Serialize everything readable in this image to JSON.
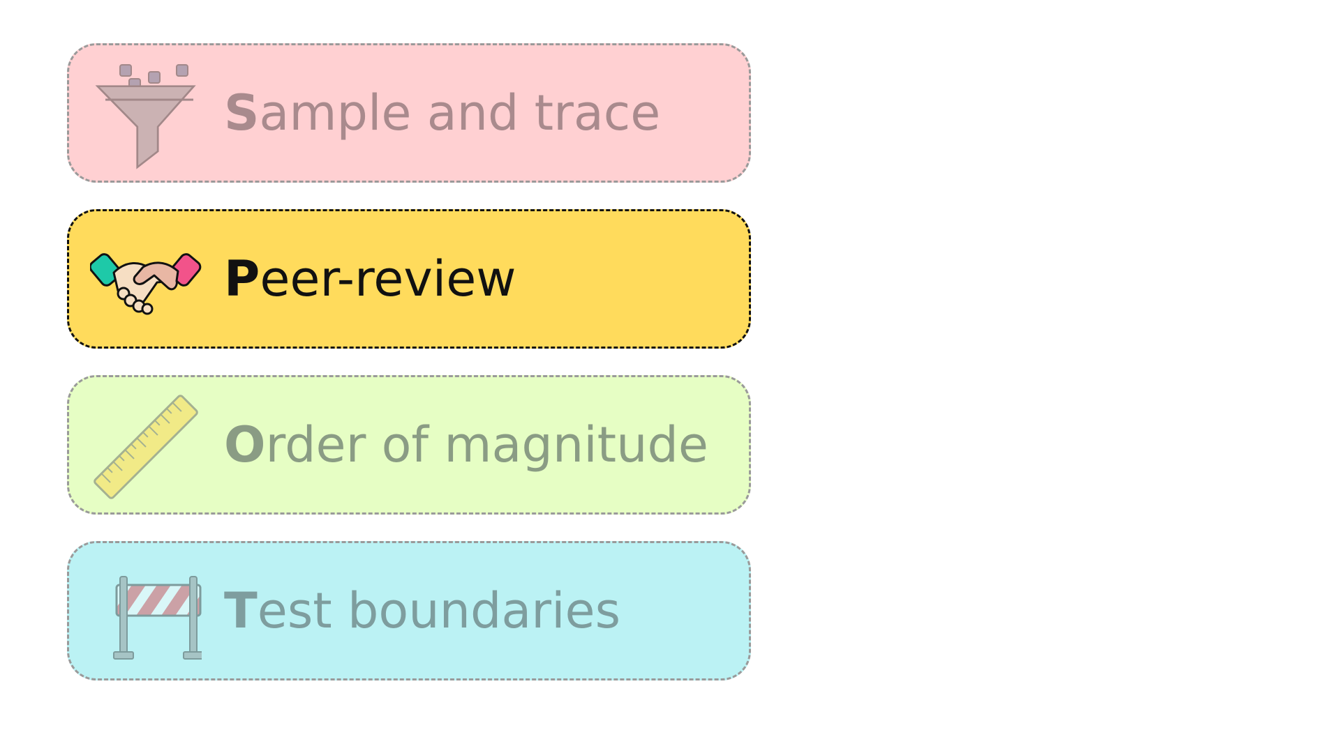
{
  "steps": [
    {
      "first": "S",
      "rest": "ample and trace",
      "icon": "funnel-icon",
      "bg": "#ffd0d2",
      "text": "#a98a8d",
      "active": false
    },
    {
      "first": "P",
      "rest": "eer-review",
      "icon": "handshake-icon",
      "bg": "#ffdb5c",
      "text": "#111111",
      "active": true
    },
    {
      "first": "O",
      "rest": "rder of magnitude",
      "icon": "ruler-icon",
      "bg": "#e6fec4",
      "text": "#8a9c84",
      "active": false
    },
    {
      "first": "T",
      "rest": "est boundaries",
      "icon": "barrier-icon",
      "bg": "#bbf2f4",
      "text": "#7e9d9e",
      "active": false
    }
  ]
}
